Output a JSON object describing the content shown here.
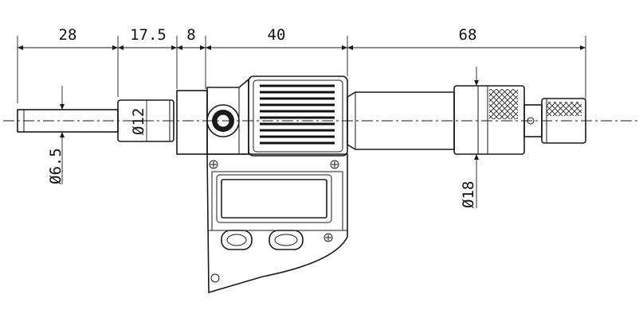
{
  "drawing": {
    "subject": "",
    "dimensions": {
      "top": [
        "28",
        "17.5",
        "8",
        "40",
        "68"
      ],
      "diameters": {
        "spindle": "Ø6.5",
        "sleeve": "Ø12",
        "thimble": "Ø18"
      }
    }
  }
}
